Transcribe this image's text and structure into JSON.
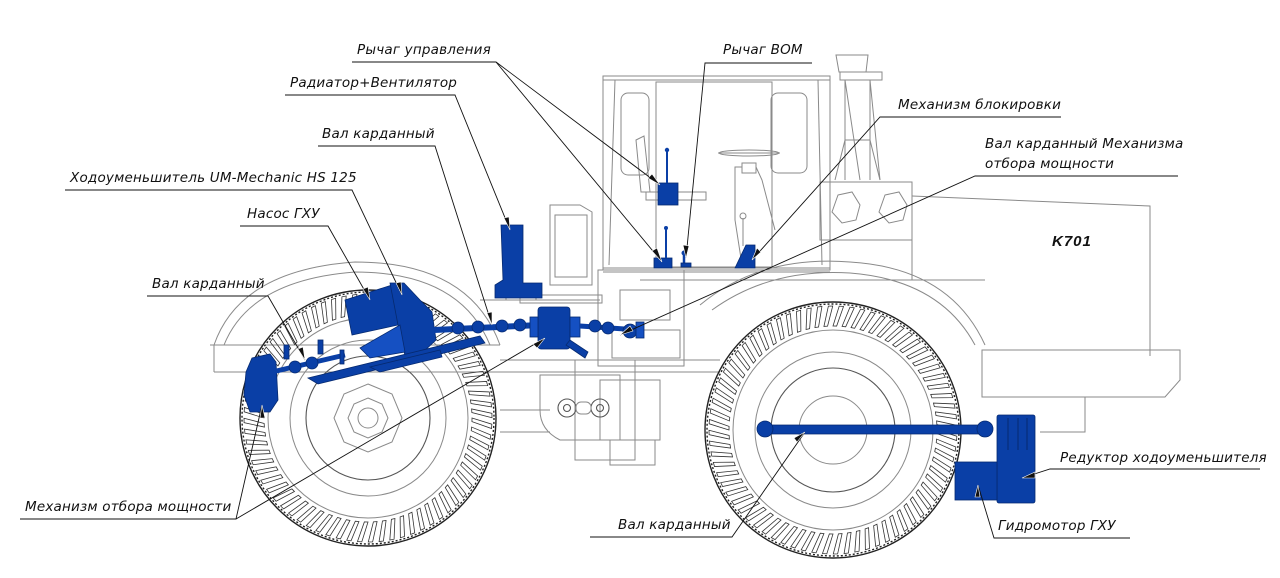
{
  "title": "K701 tractor with creeper gear (hydrostatic drive) layout",
  "model_label": "K701",
  "colors": {
    "component": "#0a3fa6",
    "outline": "#8a8a8a",
    "text": "#111111",
    "background": "#ffffff"
  },
  "labels": {
    "control_lever": "Рычаг управления",
    "pto_lever": "Рычаг ВОМ",
    "radiator_fan": "Радиатор+Вентилятор",
    "locking_mechanism": "Механизм блокировки",
    "cardan_shaft_top": "Вал карданный",
    "pto_cardan_line1": "Вал карданный Механизма",
    "pto_cardan_line2": "отбора мощности",
    "creeper_gearbox": "Ходоуменьшитель UM-Mechanic HS 125",
    "hydraulic_pump": "Насос ГХУ",
    "cardan_shaft_left": "Вал карданный",
    "pto_mechanism": "Механизм отбора мощности",
    "cardan_shaft_bottom": "Вал карданный",
    "creeper_reducer": "Редуктор ходоуменьшителя",
    "hydraulic_motor": "Гидромотор ГХУ"
  }
}
